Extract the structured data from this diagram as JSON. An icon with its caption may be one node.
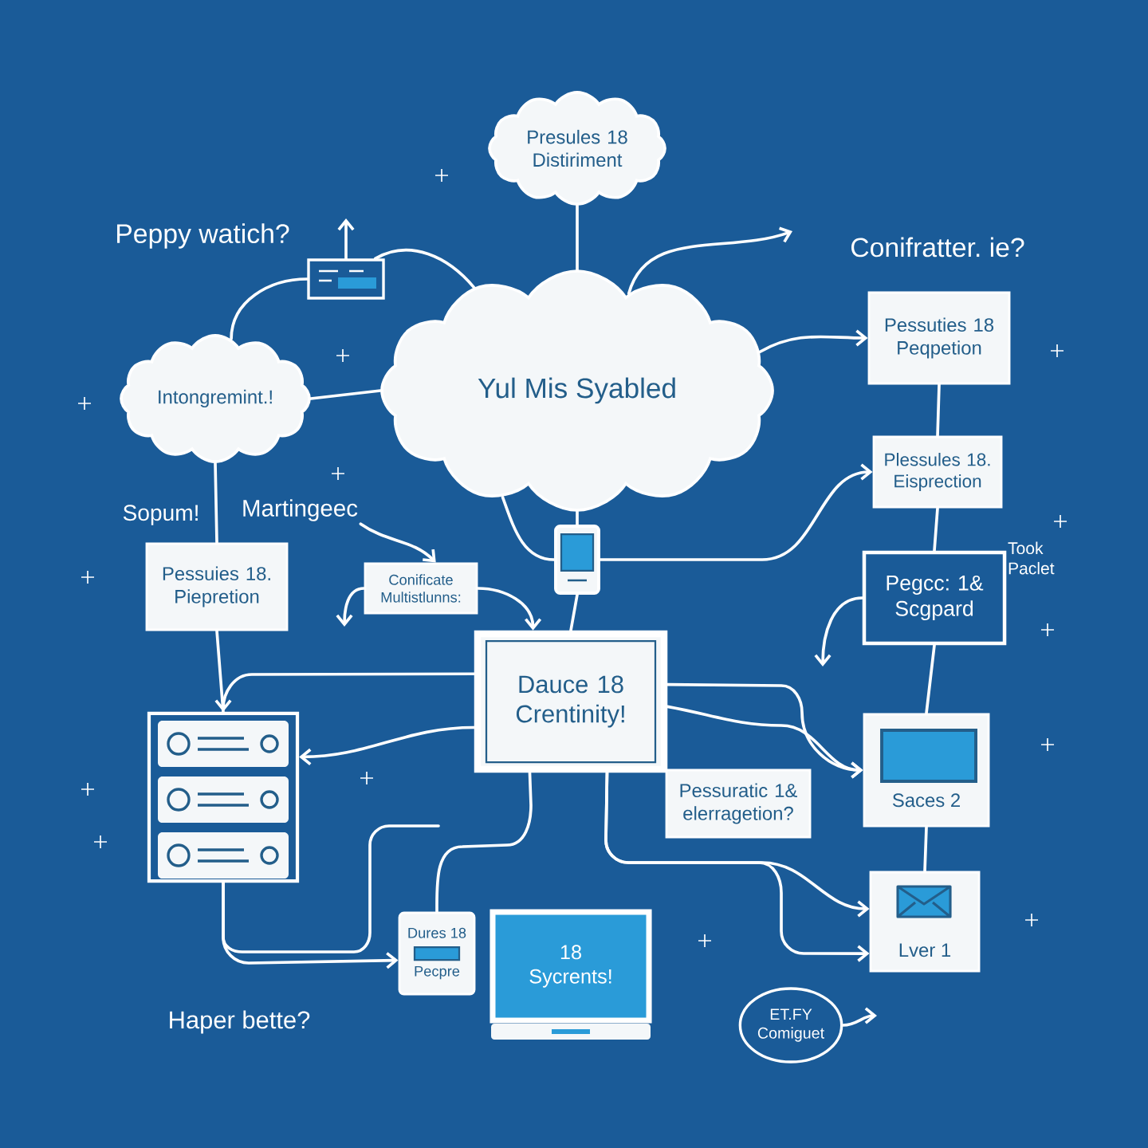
{
  "diagram": {
    "nodes": [
      {
        "text": [
          "Presules 18 Distiriment"
        ]
      },
      {
        "text": [],
        "shape": "picture"
      },
      {
        "text": [
          "Yul Mis Syabled"
        ]
      },
      {
        "text": [
          "Pessuties 18 Peqpetion"
        ]
      },
      {
        "text": [
          "Intongremint.!"
        ]
      },
      {
        "text": [
          "Plessules 18. Eisprection"
        ]
      },
      {
        "text": [
          "Martingeec"
        ]
      },
      {
        "text": [],
        "shape": "picture"
      },
      {
        "text": [
          "Pessuies 18. Piepretion"
        ]
      },
      {
        "text": [
          "Conificate Multistlunns:"
        ]
      },
      {
        "text": [
          "Pegcc: 1& Scgpard"
        ]
      },
      {
        "text": [
          "Dauce 18 Crentinity!"
        ]
      },
      {
        "text": [],
        "shape": "picture"
      },
      {
        "text": [
          "Saces 2"
        ]
      },
      {
        "text": [
          "Pessuratic 1& elerragetion?"
        ]
      },
      {
        "text": [
          "Lver 1"
        ]
      },
      {
        "text": [
          "Dures 18",
          "Pecpre"
        ]
      },
      {
        "text": [
          "18 Sycrents!"
        ]
      },
      {
        "text": [
          "ET.FY Comiguet"
        ]
      }
    ],
    "edges": [
      {
        "from": 0,
        "to": 2,
        "arrow": "none"
      },
      {
        "from": 1,
        "to": null,
        "arrow": "to"
      },
      {
        "from": 1,
        "to": 2,
        "arrow": "none"
      },
      {
        "from": 4,
        "to": 1,
        "arrow": "none"
      },
      {
        "from": 2,
        "to": null,
        "arrow": "to"
      },
      {
        "from": 4,
        "to": 2,
        "arrow": "none"
      },
      {
        "from": 2,
        "to": 3,
        "arrow": "to"
      },
      {
        "from": 3,
        "to": 5,
        "arrow": "none"
      },
      {
        "from": 4,
        "to": 8,
        "arrow": "none"
      },
      {
        "from": 6,
        "to": 9,
        "arrow": "to"
      },
      {
        "from": 2,
        "to": 7,
        "arrow": "none"
      },
      {
        "from": 2,
        "to": 7,
        "arrow": "none"
      },
      {
        "from": 7,
        "to": 5,
        "arrow": "to"
      },
      {
        "from": 5,
        "to": 10,
        "arrow": "none"
      },
      {
        "from": 7,
        "to": 11,
        "arrow": "none"
      },
      {
        "from": 9,
        "to": null,
        "arrow": "to"
      },
      {
        "from": 9,
        "to": 11,
        "arrow": "to"
      },
      {
        "from": 10,
        "to": null,
        "arrow": "to"
      },
      {
        "from": 10,
        "to": 13,
        "arrow": "none"
      },
      {
        "from": 8,
        "to": 12,
        "arrow": "none"
      },
      {
        "from": 11,
        "to": 12,
        "arrow": "to"
      },
      {
        "from": 11,
        "to": 12,
        "arrow": "to"
      },
      {
        "from": 11,
        "to": 13,
        "arrow": "to"
      },
      {
        "from": 11,
        "to": 13,
        "arrow": "to"
      },
      {
        "from": 13,
        "to": 15,
        "arrow": "none"
      },
      {
        "from": 11,
        "to": 15,
        "arrow": "to"
      },
      {
        "from": 11,
        "to": 15,
        "arrow": "to"
      },
      {
        "from": 12,
        "to": 16,
        "arrow": "to"
      },
      {
        "from": 12,
        "to": null,
        "arrow": "none"
      },
      {
        "from": 11,
        "to": 16,
        "arrow": "none"
      },
      {
        "from": 18,
        "to": null,
        "arrow": "to"
      }
    ],
    "labels": [
      "Peppy watich?",
      "Conifratter. ie?",
      "Sopum!",
      "Took Paclet",
      "Haper bette?"
    ]
  }
}
